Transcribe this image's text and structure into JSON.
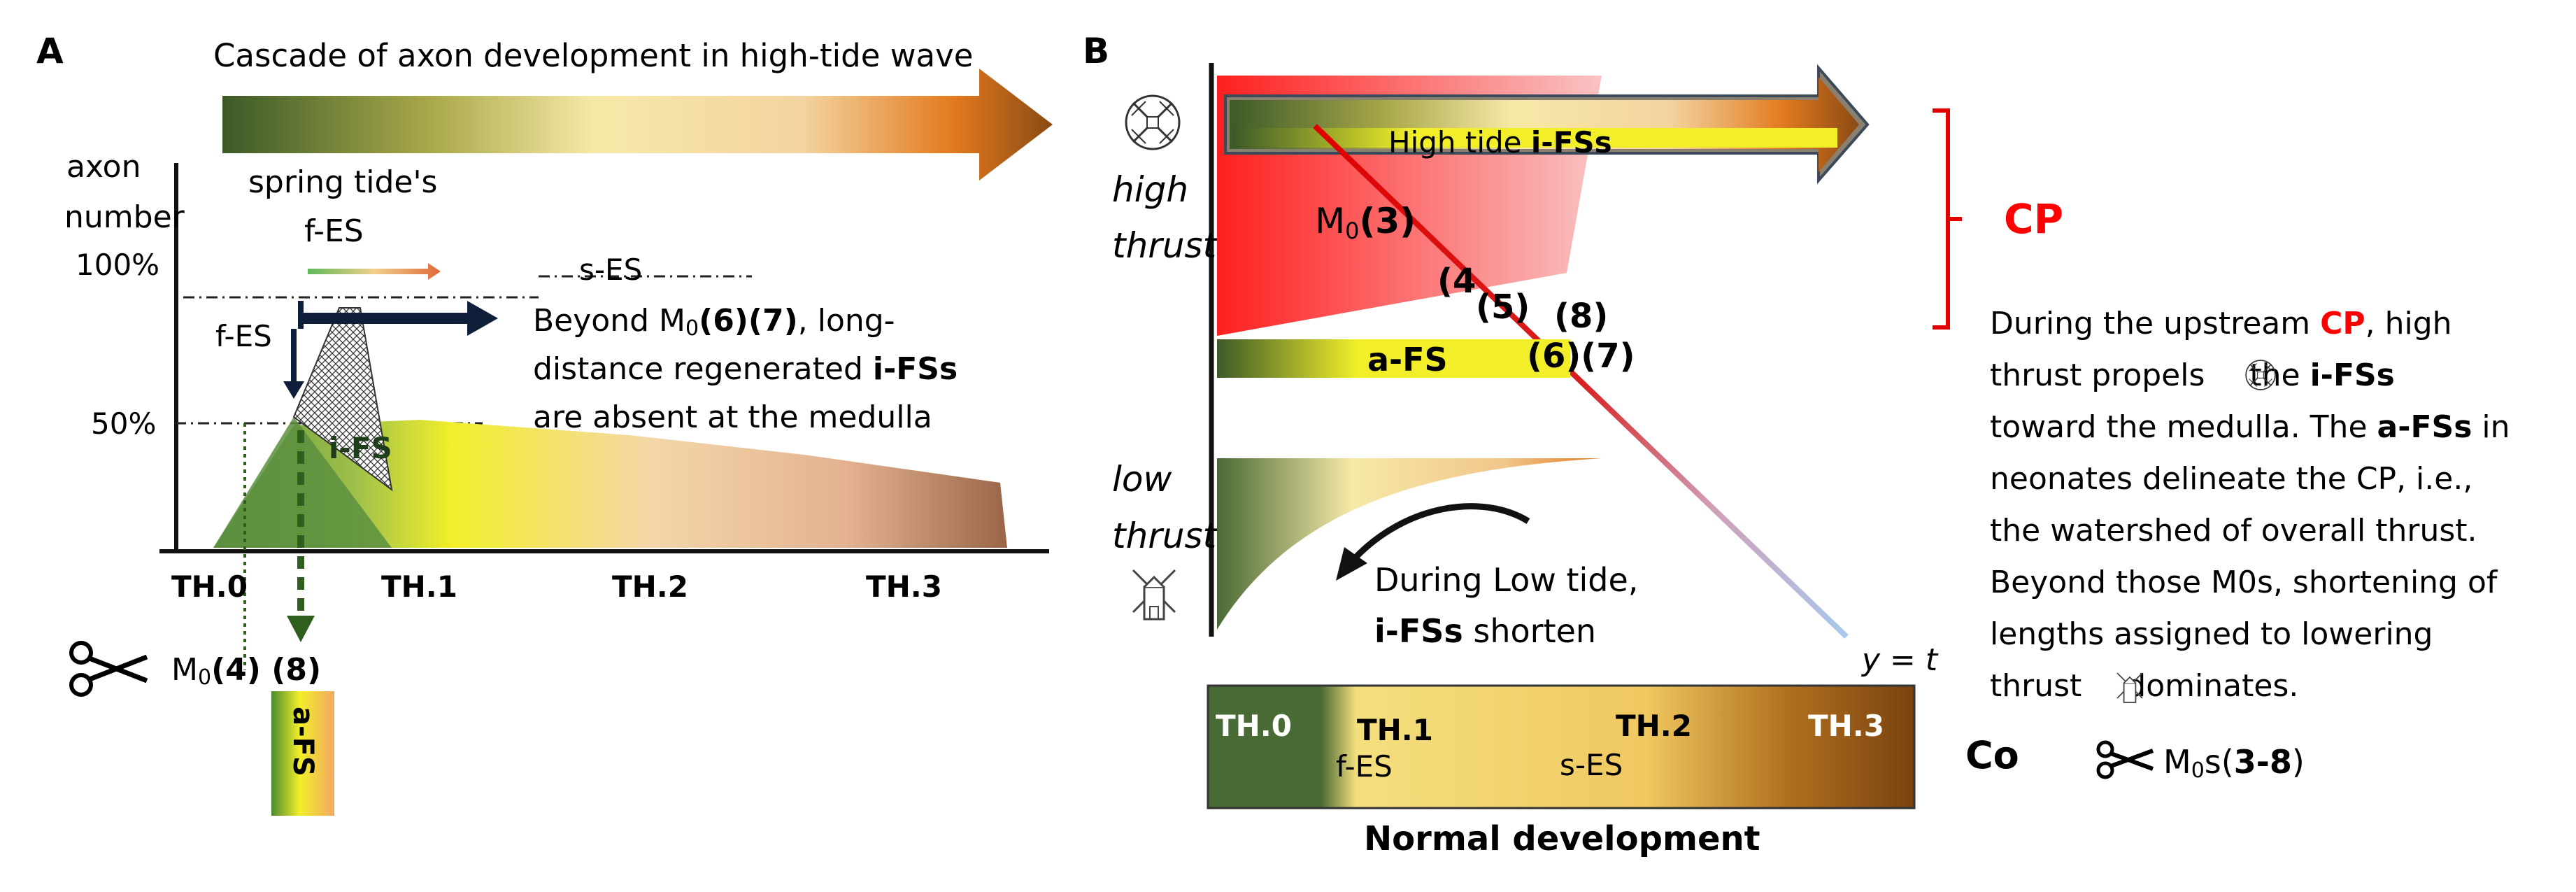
{
  "panel_a": {
    "label": "A",
    "cascade_title": "Cascade of axon development in high-tide wave",
    "y_axis_label_1": "axon",
    "y_axis_label_2": "number",
    "tick_100": "100%",
    "tick_50": "50%",
    "spring_tide_1": "spring tide's",
    "spring_tide_2": "f-ES",
    "s_es": "s-ES",
    "f_es": "f-ES",
    "beyond_1a": "Beyond M",
    "beyond_1b": "0",
    "beyond_1c": "(6)(7)",
    "beyond_1d": ", long-",
    "beyond_2a": "distance regenerated ",
    "beyond_2b": "i-FSs",
    "beyond_3": "are absent at the medulla",
    "i_fs": "i-FS",
    "th0": "TH.0",
    "th1": "TH.1",
    "th2": "TH.2",
    "th3": "TH.3",
    "m0_a": "M",
    "m0_b": "0",
    "m0_c": "(4) ",
    "m0_d": "(8)",
    "a_fs": "a-FS"
  },
  "panel_b": {
    "label": "B",
    "high_1": "high",
    "high_2": "thrust",
    "low_1": "low",
    "low_2": "thrust",
    "high_tide_a": "High tide ",
    "high_tide_b": "i-FSs",
    "m0_3a": "M",
    "m0_3b": "0",
    "m0_3c": "(3)",
    "l4": "(4",
    "l5": "(5)",
    "l8": "(8)",
    "l67": "(6)(7)",
    "a_fs": "a-FS",
    "low_tide_1": "During Low tide,",
    "low_tide_2a": "i-FSs",
    "low_tide_2b": " shorten",
    "y_eq_t": "y = t",
    "bar_th0": "TH.0",
    "bar_th1": "TH.1",
    "bar_fes": "f-ES",
    "bar_th2": "TH.2",
    "bar_ses": "s-ES",
    "bar_th3": "TH.3",
    "normal_dev": "Normal development"
  },
  "right_panel": {
    "cp": "CP",
    "p1a": "During the upstream ",
    "p1b": "CP",
    "p1c": ", high",
    "p2a": "thrust propels ",
    "p2b": " the ",
    "p2c": "i-FSs",
    "p3a": "toward the medulla. The ",
    "p3b": "a-FSs",
    "p3c": " in",
    "p4": "neonates delineate the CP, i.e.,",
    "p5": "the watershed of overall thrust.",
    "p6": "Beyond those M0s, shortening of",
    "p7": "lengths assigned to lowering",
    "p8a": "thrust ",
    "p8b": " dominates.",
    "co": "Co",
    "m0s_a": "M",
    "m0s_b": "0",
    "m0s_c": "s(",
    "m0s_d": "3-8",
    "m0s_e": ")"
  },
  "colors": {
    "dark_green": "#4a6a35",
    "yellow": "#f2ef2a",
    "orange": "#e07a1c",
    "brown": "#8a4a14",
    "red": "#ff0000",
    "navy": "#0f1f3a"
  },
  "icons": [
    "scissors-icon",
    "windmill-icon",
    "windmill-inverted-icon"
  ]
}
